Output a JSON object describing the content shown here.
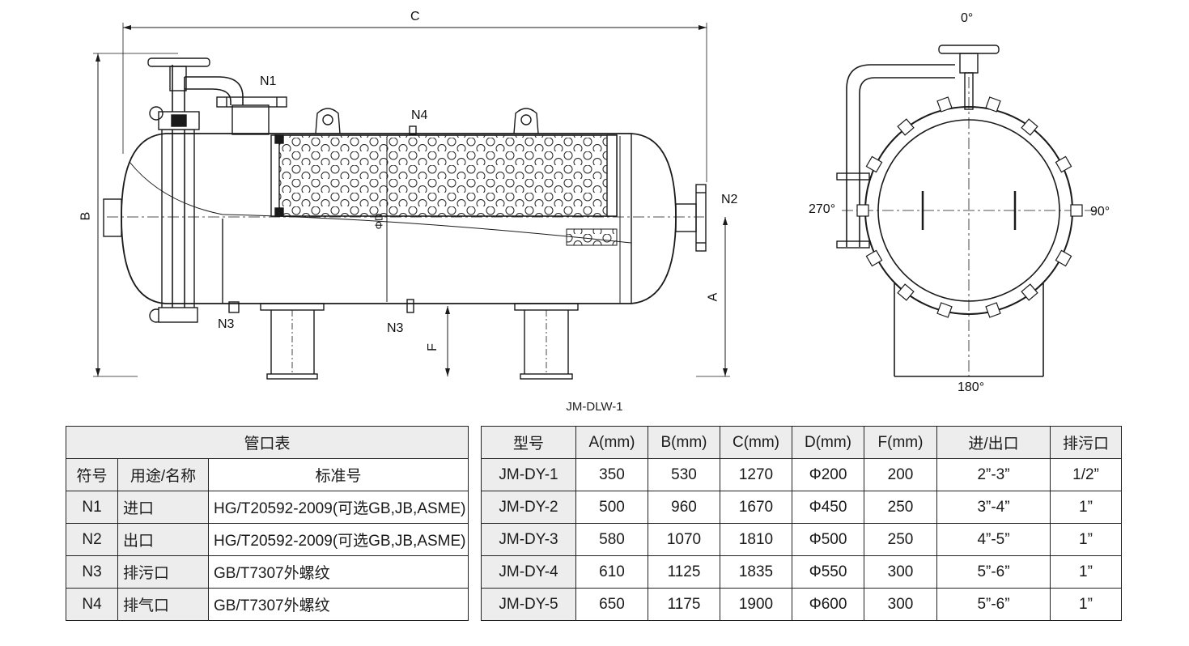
{
  "drawing": {
    "dims": {
      "A": "A",
      "B": "B",
      "C": "C",
      "F": "F",
      "D": "ΦD"
    },
    "nozzles": {
      "n1": "N1",
      "n2": "N2",
      "n3a": "N3",
      "n3b": "N3",
      "n4": "N4"
    },
    "angles": {
      "top": "0°",
      "right": "90°",
      "bottom": "180°",
      "left": "270°"
    },
    "caption": "JM-DLW-1"
  },
  "nozzle_table": {
    "title": "管口表",
    "headers": [
      "符号",
      "用途/名称",
      "标准号"
    ],
    "rows": [
      {
        "sym": "N1",
        "use": "进口",
        "std": "HG/T20592-2009(可选GB,JB,ASME)"
      },
      {
        "sym": "N2",
        "use": "出口",
        "std": "HG/T20592-2009(可选GB,JB,ASME)"
      },
      {
        "sym": "N3",
        "use": "排污口",
        "std": "GB/T7307外螺纹"
      },
      {
        "sym": "N4",
        "use": "排气口",
        "std": "GB/T7307外螺纹"
      }
    ]
  },
  "model_table": {
    "headers": [
      "型号",
      "A(mm)",
      "B(mm)",
      "C(mm)",
      "D(mm)",
      "F(mm)",
      "进/出口",
      "排污口"
    ],
    "rows": [
      [
        "JM-DY-1",
        "350",
        "530",
        "1270",
        "Φ200",
        "200",
        "2”-3”",
        "1/2”"
      ],
      [
        "JM-DY-2",
        "500",
        "960",
        "1670",
        "Φ450",
        "250",
        "3”-4”",
        "1”"
      ],
      [
        "JM-DY-3",
        "580",
        "1070",
        "1810",
        "Φ500",
        "250",
        "4”-5”",
        "1”"
      ],
      [
        "JM-DY-4",
        "610",
        "1125",
        "1835",
        "Φ550",
        "300",
        "5”-6”",
        "1”"
      ],
      [
        "JM-DY-5",
        "650",
        "1175",
        "1900",
        "Φ600",
        "300",
        "5”-6”",
        "1”"
      ]
    ]
  }
}
